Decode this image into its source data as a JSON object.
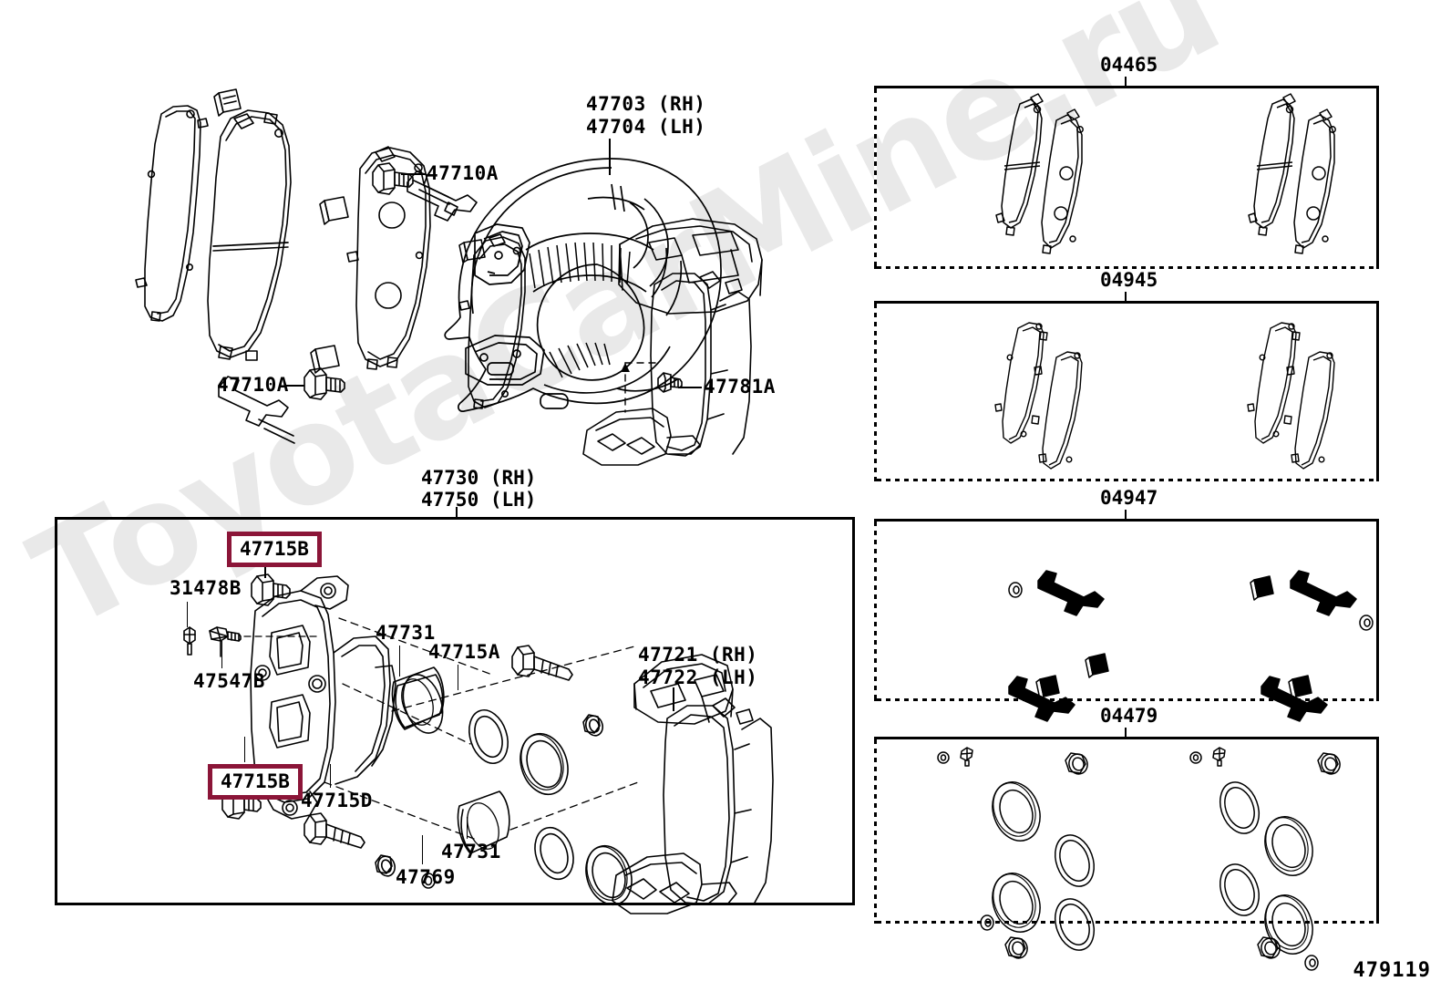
{
  "diagram": {
    "number": "479119",
    "watermark": "ToyotaCarMine.ru",
    "highlight_color": "#8B1538"
  },
  "groups": {
    "front_disc_brake": {
      "labels": [
        {
          "id": "47710A-upper",
          "text": "47710A"
        },
        {
          "id": "47710A-lower",
          "text": "47710A"
        },
        {
          "id": "47781A",
          "text": "47781A"
        },
        {
          "id": "47703-47704",
          "line1": "47703 (RH)",
          "line2": "47704 (LH)"
        }
      ]
    },
    "caliper_assembly": {
      "title": {
        "line1": "47730 (RH)",
        "line2": "47750 (LH)"
      },
      "labels": [
        {
          "id": "31478B",
          "text": "31478B",
          "highlighted": false
        },
        {
          "id": "47547B",
          "text": "47547B",
          "highlighted": false
        },
        {
          "id": "47715B-top",
          "text": "47715B",
          "highlighted": true
        },
        {
          "id": "47715B-bottom",
          "text": "47715B",
          "highlighted": true
        },
        {
          "id": "47731-top",
          "text": "47731",
          "highlighted": false
        },
        {
          "id": "47731-bottom",
          "text": "47731",
          "highlighted": false
        },
        {
          "id": "47715A",
          "text": "47715A",
          "highlighted": false
        },
        {
          "id": "47715D",
          "text": "47715D",
          "highlighted": false
        },
        {
          "id": "47769",
          "text": "47769",
          "highlighted": false
        },
        {
          "id": "47721-47722",
          "line1": "47721 (RH)",
          "line2": "47722 (LH)",
          "highlighted": false
        }
      ]
    }
  },
  "kits": [
    {
      "id": "kit-04465",
      "number": "04465",
      "description": "brake pad kit"
    },
    {
      "id": "kit-04945",
      "number": "04945",
      "description": "shim kit"
    },
    {
      "id": "kit-04947",
      "number": "04947",
      "description": "fitting kit"
    },
    {
      "id": "kit-04479",
      "number": "04479",
      "description": "cylinder seal kit"
    }
  ]
}
